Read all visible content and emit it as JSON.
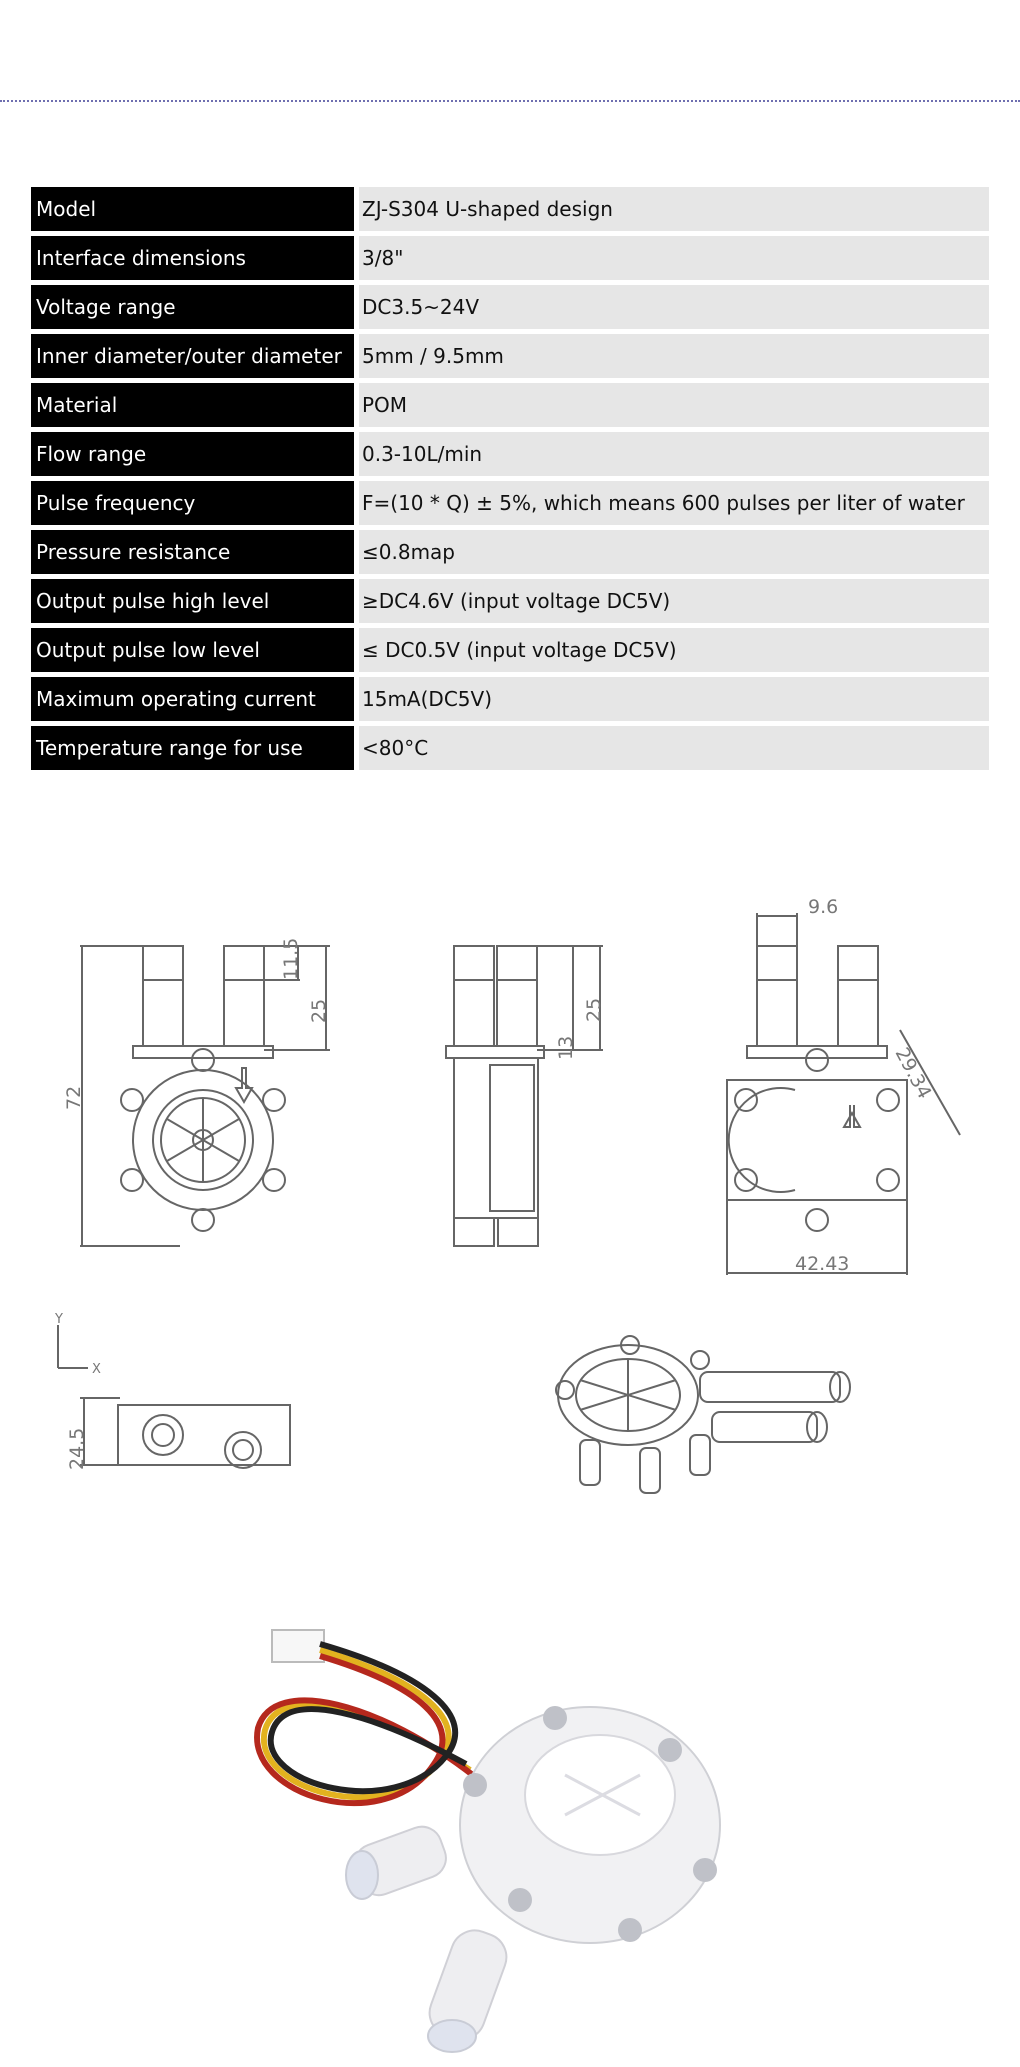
{
  "specs": [
    {
      "label": "Model",
      "value": "ZJ-S304 U-shaped design"
    },
    {
      "label": "Interface dimensions",
      "value": "3/8\""
    },
    {
      "label": "Voltage range",
      "value": "DC3.5~24V"
    },
    {
      "label": "Inner diameter/outer diameter",
      "value": "5mm / 9.5mm"
    },
    {
      "label": "Material",
      "value": "POM"
    },
    {
      "label": "Flow range",
      "value": "0.3-10L/min"
    },
    {
      "label": " Pulse frequency",
      "value": "F=(10 * Q) ± 5%, which means 600 pulses per liter of water"
    },
    {
      "label": "Pressure resistance",
      "value": "≤0.8map"
    },
    {
      "label": "Output pulse high level",
      "value": "≥DC4.6V (input voltage DC5V)"
    },
    {
      "label": "Output pulse low level",
      "value": "≤ DC0.5V (input voltage DC5V)"
    },
    {
      "label": "Maximum operating current",
      "value": "15mA(DC5V)"
    },
    {
      "label": "Temperature range for use",
      "value": "<80°C"
    }
  ],
  "drawing": {
    "front": {
      "d1": "11.5",
      "d2": "25",
      "d3": "72"
    },
    "side": {
      "d1": "25",
      "d2": "13"
    },
    "back": {
      "d1": "9.6",
      "d2": "29.34",
      "d3": "42.43"
    },
    "bottom": {
      "d1": "24.5",
      "axis_y": "Y",
      "axis_x": "X"
    }
  }
}
